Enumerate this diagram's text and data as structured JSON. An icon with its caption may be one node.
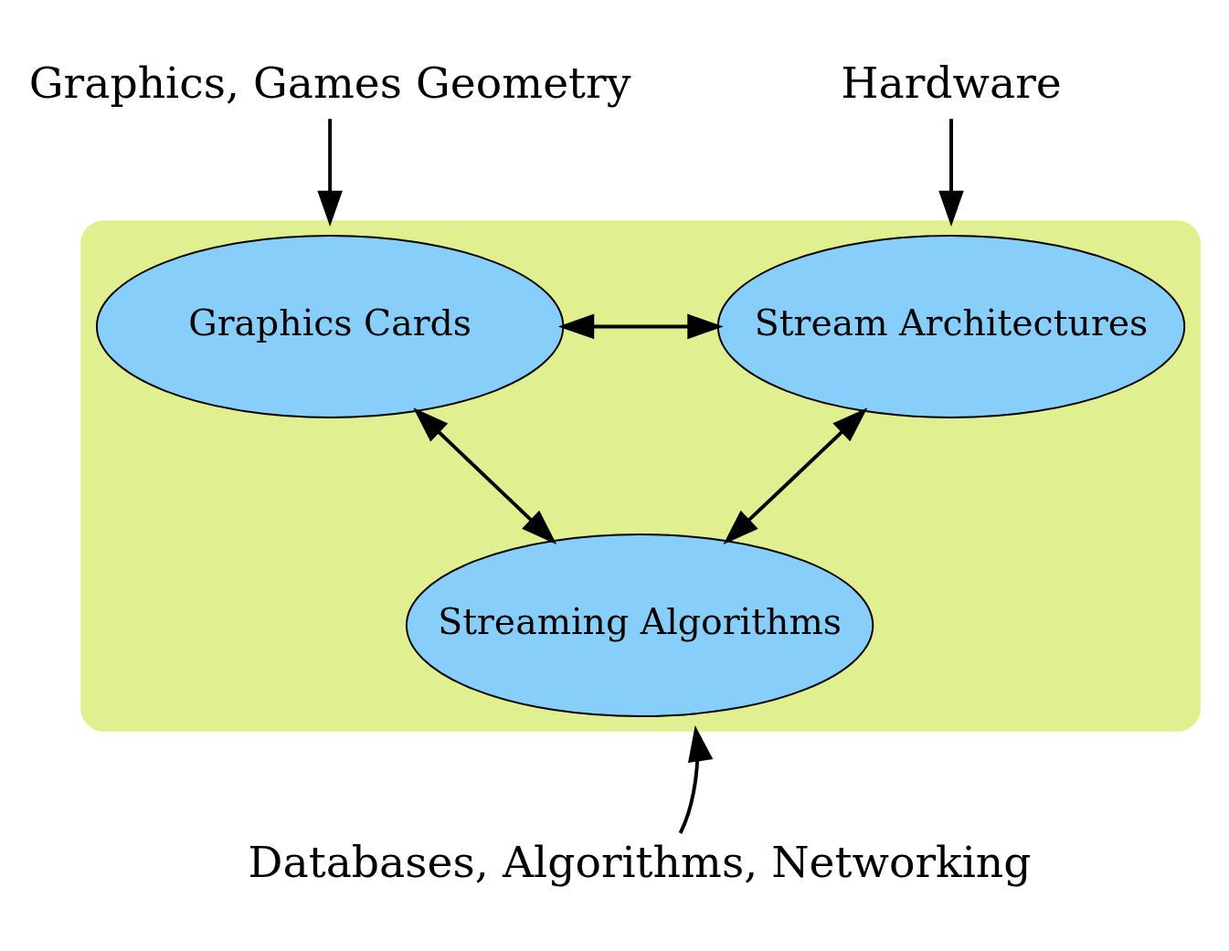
{
  "diagram": {
    "nodes": [
      {
        "text": [],
        "shape": "box"
      },
      {
        "text": [
          "Graphics Cards"
        ],
        "in": 0
      },
      {
        "text": [
          "Stream Architectures"
        ],
        "in": 0
      },
      {
        "text": [
          "Streaming Algorithms"
        ],
        "in": 0
      },
      {
        "text": [
          "Graphics, Games Geometry"
        ]
      },
      {
        "text": [
          "Hardware"
        ]
      },
      {
        "text": [
          "Databases, Algorithms, Networking"
        ]
      }
    ],
    "edges": [
      {
        "from": 4,
        "to": 0,
        "arrow": "to"
      },
      {
        "from": 5,
        "to": 0,
        "arrow": "to"
      },
      {
        "from": 1,
        "to": 2,
        "arrow": "both"
      },
      {
        "from": 1,
        "to": 3,
        "arrow": "both"
      },
      {
        "from": 2,
        "to": 3,
        "arrow": "both"
      },
      {
        "from": 6,
        "to": 0,
        "arrow": "to"
      }
    ]
  }
}
